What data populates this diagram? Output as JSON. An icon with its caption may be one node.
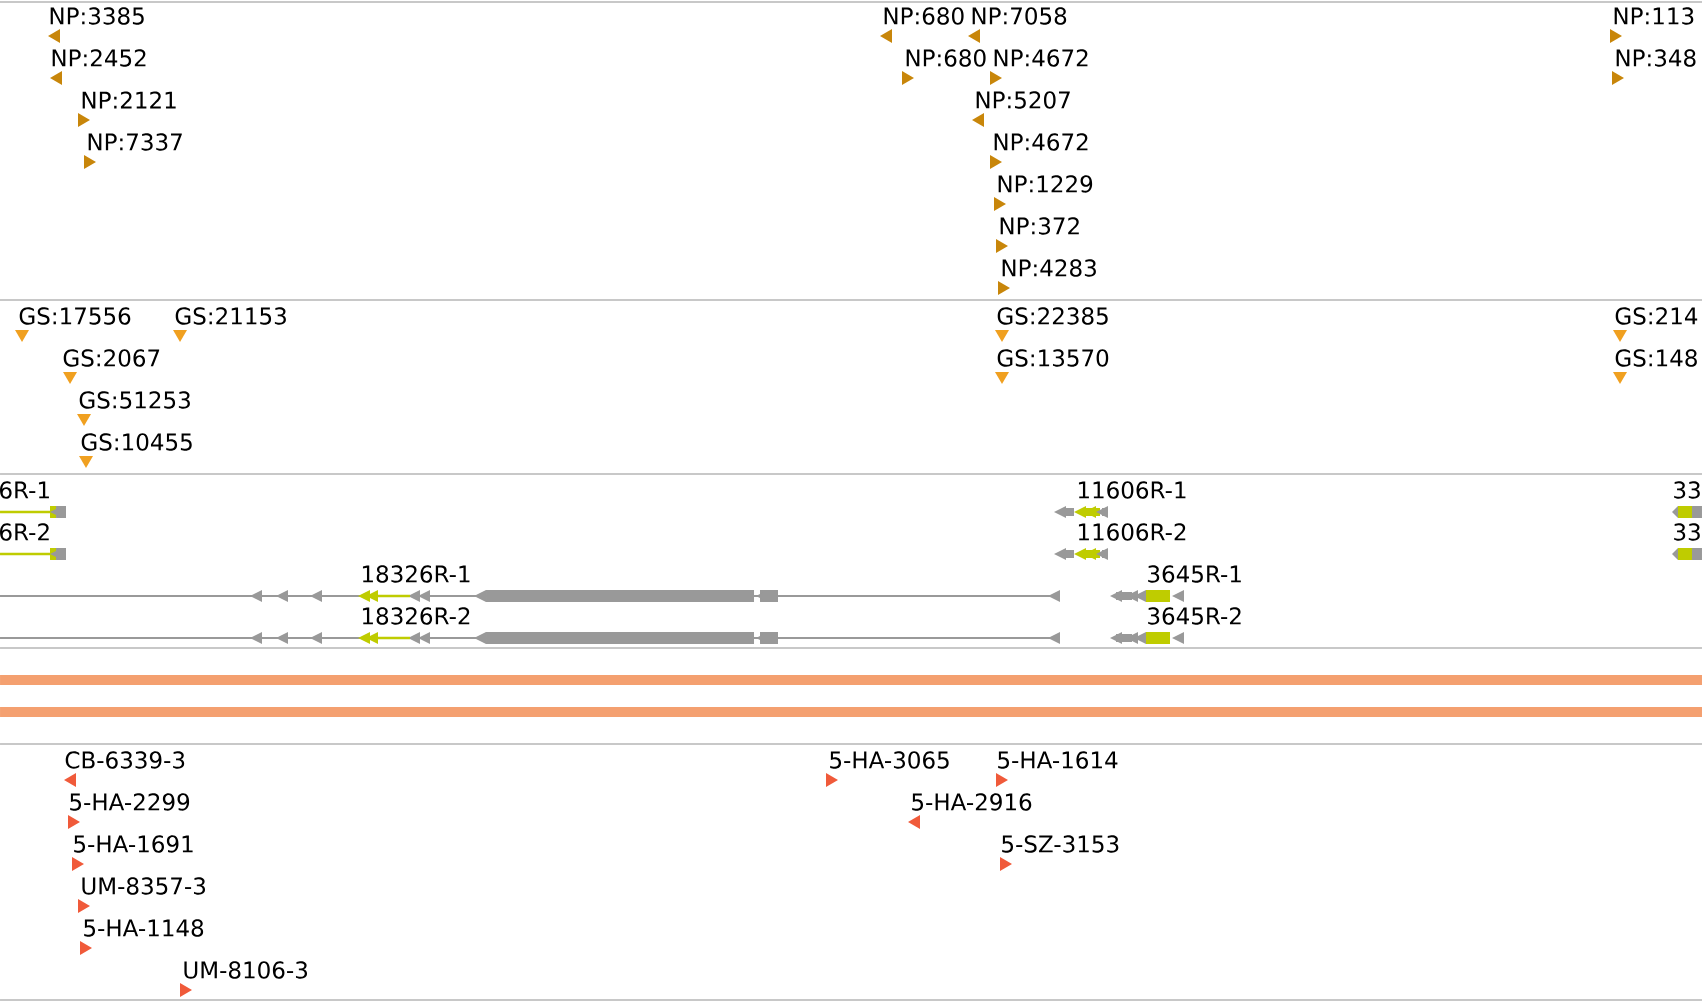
{
  "diagram": {
    "labels": [
      "NP:3385",
      "NP:680",
      "NP:7058",
      "NP:113",
      "NP:2452",
      "NP:680",
      "NP:4672",
      "NP:348",
      "NP:2121",
      "NP:5207",
      "NP:7337",
      "NP:4672",
      "NP:1229",
      "NP:372",
      "NP:4283",
      "GS:17556",
      "GS:21153",
      "GS:22385",
      "GS:214",
      "GS:2067",
      "GS:13570",
      "GS:148",
      "GS:51253",
      "GS:10455",
      "6R-1",
      "11606R-1",
      "33",
      "6R-2",
      "11606R-2",
      "33",
      "18326R-1",
      "3645R-1",
      "18326R-2",
      "3645R-2",
      "CB-6339-3",
      "5-HA-3065",
      "5-HA-1614",
      "5-HA-2299",
      "5-HA-2916",
      "5-HA-1691",
      "5-SZ-3153",
      "UM-8357-3",
      "5-HA-1148",
      "UM-8106-3"
    ]
  }
}
